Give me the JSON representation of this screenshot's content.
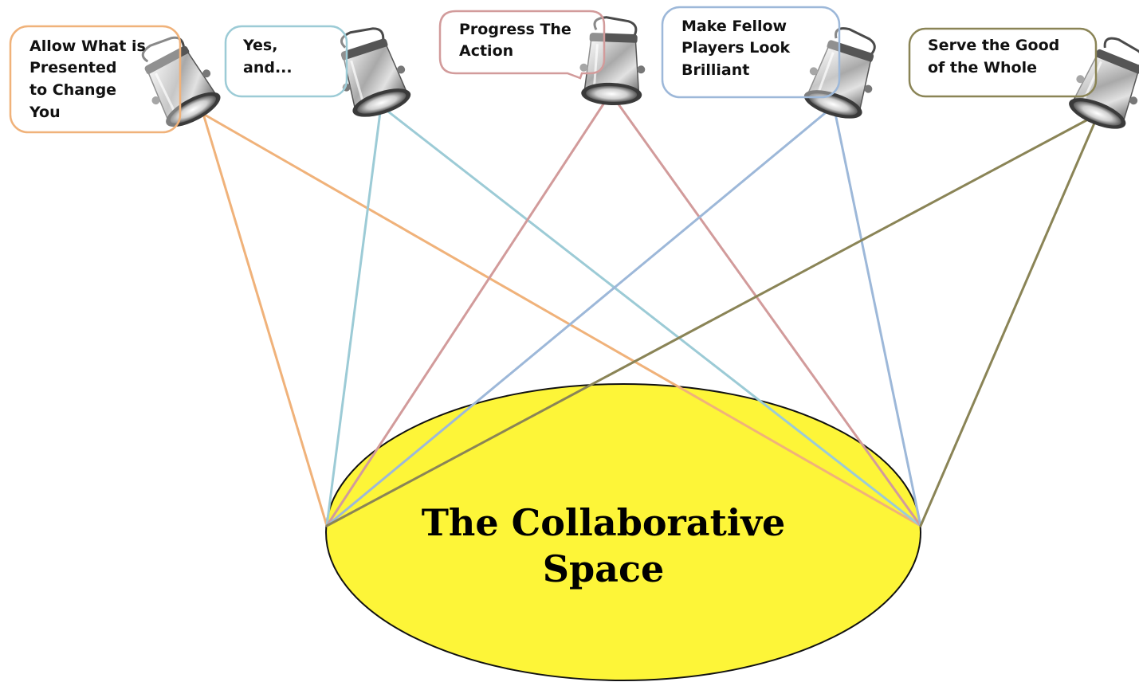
{
  "space": {
    "title_line1": "The Collaborative",
    "title_line2": "Space",
    "fill_color": "#fdf538",
    "stroke_color": "#111111"
  },
  "principles": [
    {
      "id": "allow",
      "lines": [
        "Allow What is",
        "Presented",
        "to Change",
        "You"
      ],
      "color": "#f0b27a"
    },
    {
      "id": "yes-and",
      "lines": [
        "Yes,",
        "and..."
      ],
      "color": "#9ccbd6"
    },
    {
      "id": "progress",
      "lines": [
        "Progress The",
        "Action"
      ],
      "color": "#d29b9b"
    },
    {
      "id": "fellow",
      "lines": [
        "Make Fellow",
        "Players Look",
        "Brilliant"
      ],
      "color": "#9db8d9"
    },
    {
      "id": "serve",
      "lines": [
        "Serve the Good",
        "of the Whole"
      ],
      "color": "#8a8456"
    }
  ],
  "icons": {
    "spotlight": "spotlight-icon"
  }
}
